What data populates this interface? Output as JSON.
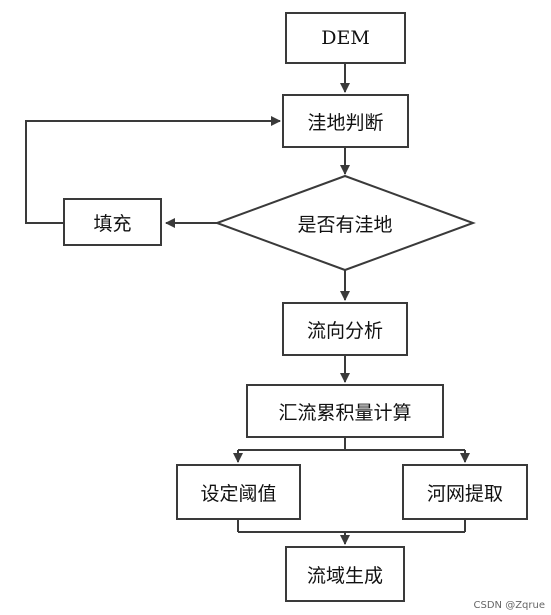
{
  "nodes": {
    "dem": "DEM",
    "depression_check": "洼地判断",
    "decision": "是否有洼地",
    "fill": "填充",
    "flow_direction": "流向分析",
    "flow_accumulation": "汇流累积量计算",
    "set_threshold": "设定阈值",
    "river_extract": "河网提取",
    "watershed": "流域生成"
  },
  "watermark": "CSDN @Zqrue",
  "colors": {
    "stroke": "#3a3a3a",
    "text": "#111111"
  }
}
